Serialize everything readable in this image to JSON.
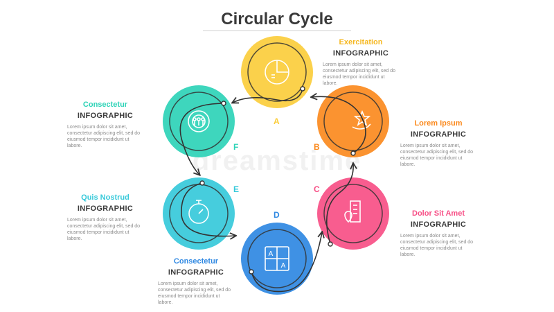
{
  "title": "Circular Cycle",
  "watermark": "dreamstime",
  "colors": {
    "A": "#fbcd3c",
    "B": "#fb8a1e",
    "C": "#f74f86",
    "D": "#2f88e2",
    "E": "#36c9da",
    "F": "#2ed3b7",
    "ink": "#333333"
  },
  "steps": [
    {
      "letter": "A",
      "heading": "Exercitation",
      "sub": "INFOGRAPHIC",
      "body": "Lorem ipsum dolor sit amet, consectetur adipiscing elit, sed do eiusmod tempor incididunt ut labore.",
      "icon": "pie-chart-icon"
    },
    {
      "letter": "B",
      "heading": "Lorem Ipsum",
      "sub": "INFOGRAPHIC",
      "body": "Lorem ipsum dolor sit amet, consectetur adipiscing elit, sed do eiusmod tempor incididunt ut labore.",
      "icon": "star-hand-icon"
    },
    {
      "letter": "C",
      "heading": "Dolor Sit Amet",
      "sub": "INFOGRAPHIC",
      "body": "Lorem ipsum dolor sit amet, consectetur adipiscing elit, sed do eiusmod tempor incididunt ut labore.",
      "icon": "building-location-icon"
    },
    {
      "letter": "D",
      "heading": "Consectetur",
      "sub": "INFOGRAPHIC",
      "body": "Lorem ipsum dolor sit amet, consectetur adipiscing elit, sed do eiusmod tempor incididunt ut labore.",
      "icon": "puzzle-icon"
    },
    {
      "letter": "E",
      "heading": "Quis Nostrud",
      "sub": "INFOGRAPHIC",
      "body": "Lorem ipsum dolor sit amet, consectetur adipiscing elit, sed do eiusmod tempor incididunt ut labore.",
      "icon": "stopwatch-icon"
    },
    {
      "letter": "F",
      "heading": "Consectetur",
      "sub": "INFOGRAPHIC",
      "body": "Lorem ipsum dolor sit amet, consectetur adipiscing elit, sed do eiusmod tempor incididunt ut labore.",
      "icon": "gear-people-icon"
    }
  ]
}
